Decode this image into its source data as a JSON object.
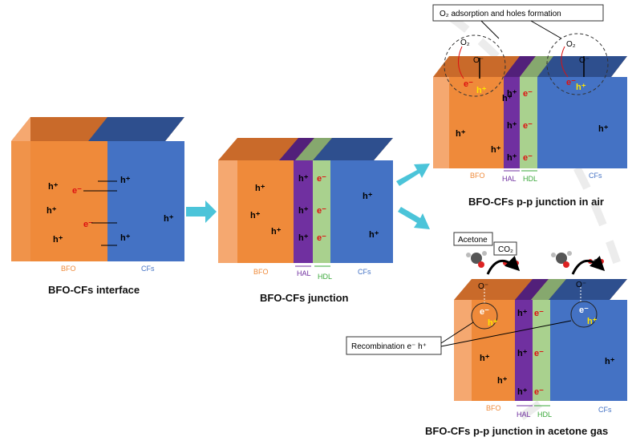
{
  "captions": {
    "interface": "BFO-CFs interface",
    "junction": "BFO-CFs junction",
    "air": "BFO-CFs p-p junction in air",
    "acetone": "BFO-CFs p-p junction in acetone gas"
  },
  "labels": {
    "bfo": "BFO",
    "cfs": "CFs",
    "hal": "HAL",
    "hdl": "HDL",
    "hole": "h⁺",
    "electron": "e⁻",
    "o2": "O₂",
    "o_minus": "O⁻",
    "o_dash": "O⁻"
  },
  "callouts": {
    "o2_adsorption": "O₂ adsorption and holes formation",
    "acetone": "Acetone",
    "co2": "CO₂",
    "recombination": "Recombination e⁻ h⁺"
  },
  "colors": {
    "bfo": "#ef8a3a",
    "bfo_top": "#c96a2a",
    "bfo_side": "#f5a870",
    "cfs": "#4472c4",
    "cfs_top": "#2e4f8e",
    "hal": "#7030a0",
    "hal_top": "#52207a",
    "hdl": "#a9d18e",
    "hdl_top": "#86a86e",
    "arrow": "#4bc4d9"
  }
}
